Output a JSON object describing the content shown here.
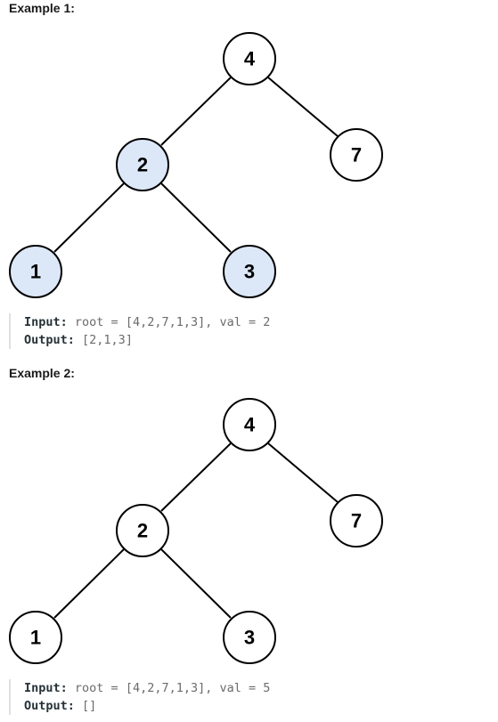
{
  "colors": {
    "highlight_fill": "#dce8f8",
    "normal_fill": "#ffffff",
    "edge": "#000000"
  },
  "examples": [
    {
      "title": "Example 1:",
      "input_label": "Input:",
      "input_value": "root = [4,2,7,1,3], val = 2",
      "output_label": "Output:",
      "output_value": "[2,1,3]",
      "nodes": [
        {
          "label": "4",
          "highlighted": false
        },
        {
          "label": "2",
          "highlighted": true
        },
        {
          "label": "7",
          "highlighted": false
        },
        {
          "label": "1",
          "highlighted": true
        },
        {
          "label": "3",
          "highlighted": true
        }
      ]
    },
    {
      "title": "Example 2:",
      "input_label": "Input:",
      "input_value": "root = [4,2,7,1,3], val = 5",
      "output_label": "Output:",
      "output_value": "[]",
      "nodes": [
        {
          "label": "4",
          "highlighted": false
        },
        {
          "label": "2",
          "highlighted": false
        },
        {
          "label": "7",
          "highlighted": false
        },
        {
          "label": "1",
          "highlighted": false
        },
        {
          "label": "3",
          "highlighted": false
        }
      ]
    }
  ]
}
